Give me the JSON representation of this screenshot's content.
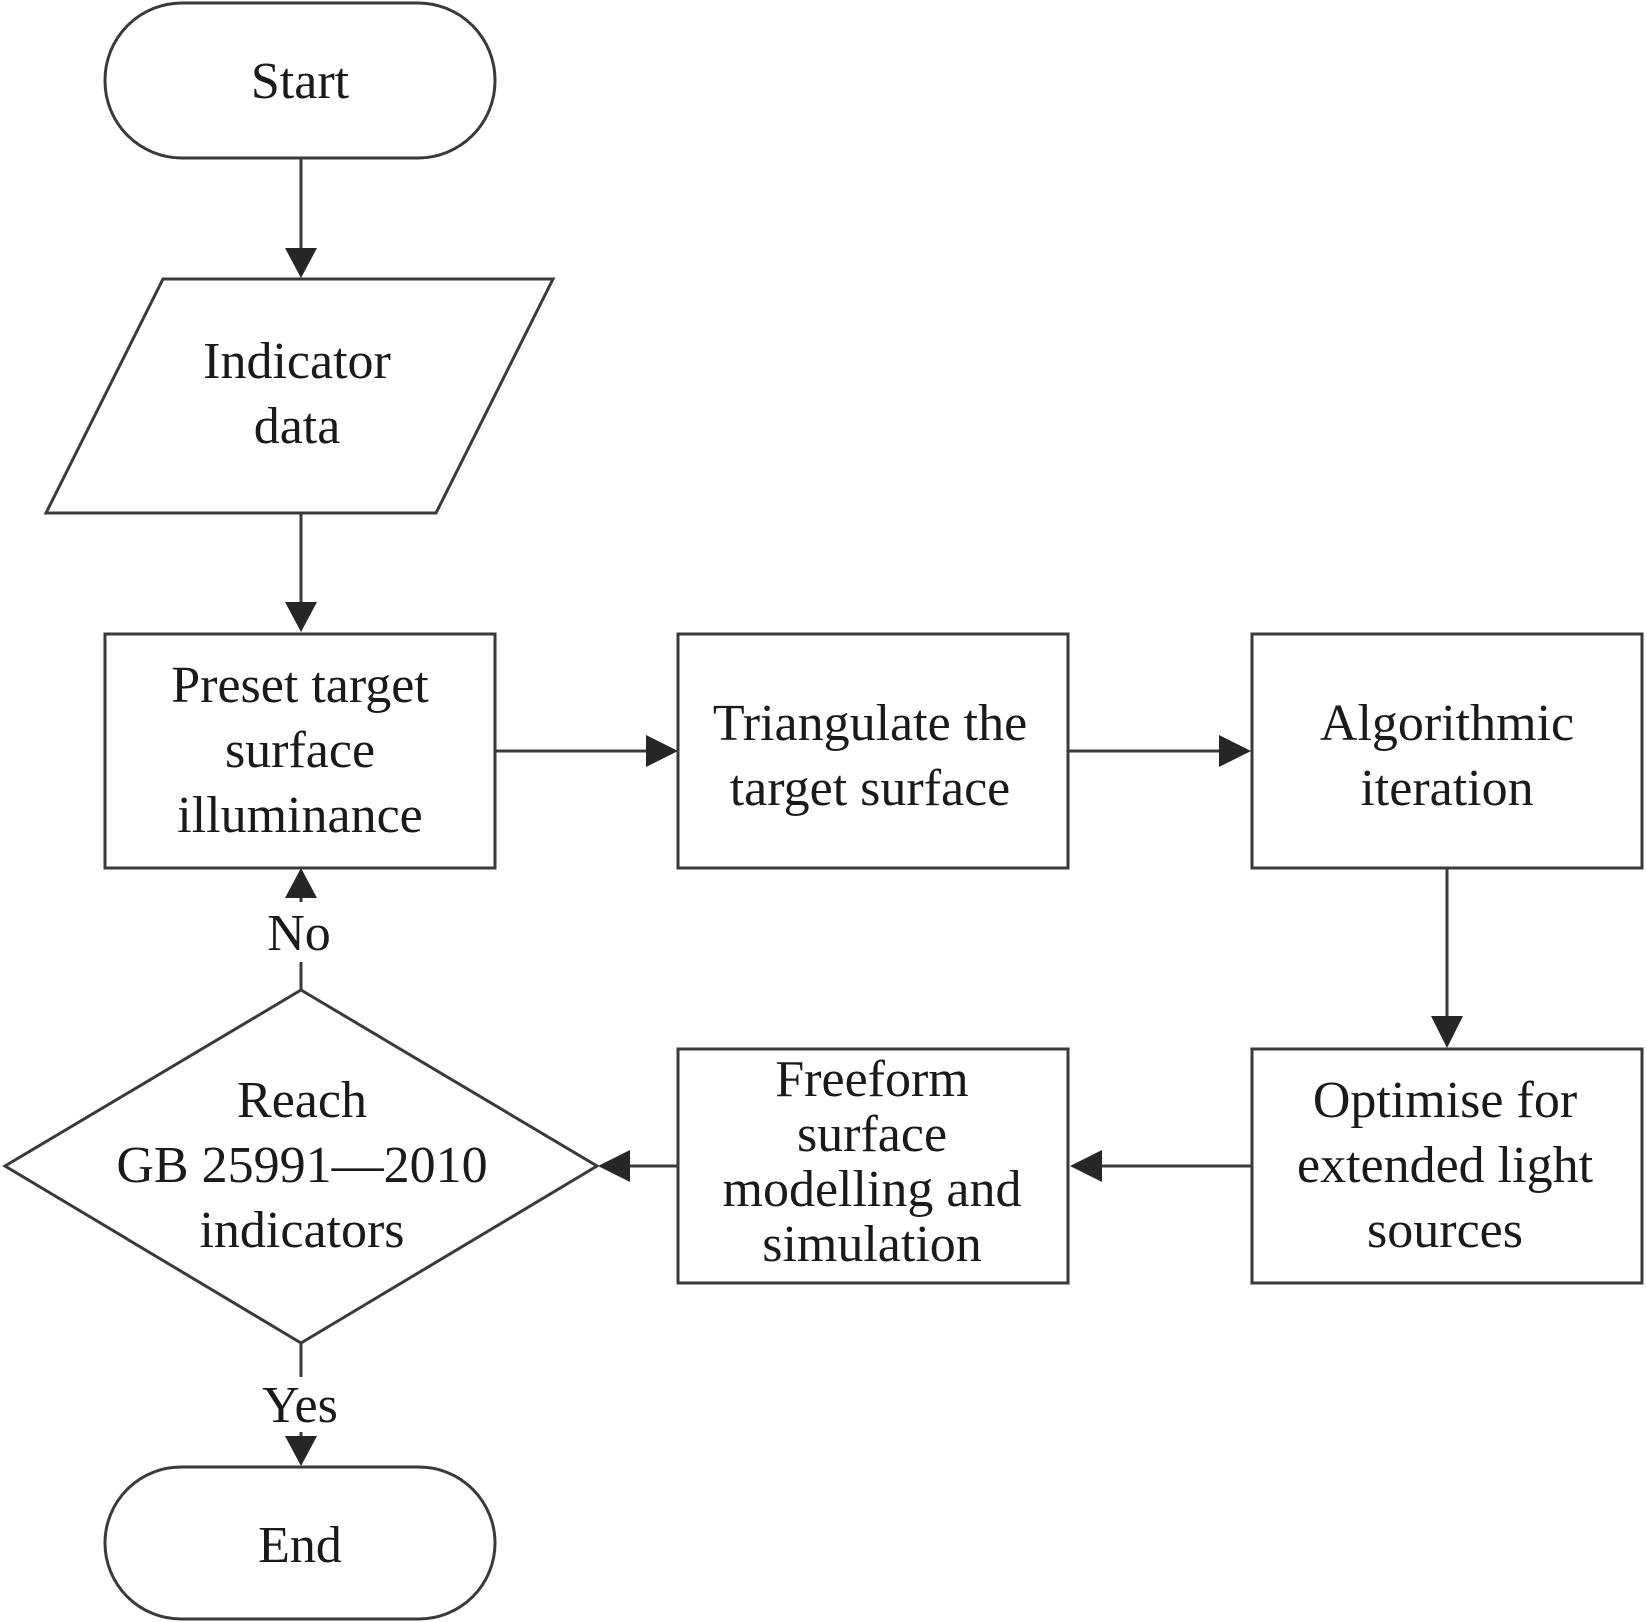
{
  "nodes": {
    "start": {
      "lines": [
        "Start"
      ]
    },
    "indicator_data": {
      "lines": [
        "Indicator",
        "data"
      ]
    },
    "preset": {
      "lines": [
        "Preset target",
        "surface",
        "illuminance"
      ]
    },
    "triangulate": {
      "lines": [
        "Triangulate the",
        "target surface"
      ]
    },
    "algorithmic": {
      "lines": [
        "Algorithmic",
        "iteration"
      ]
    },
    "optimise": {
      "lines": [
        "Optimise for",
        "extended light",
        "sources"
      ]
    },
    "freeform": {
      "lines": [
        "Freeform",
        "surface",
        "modelling and",
        "simulation"
      ]
    },
    "decision": {
      "lines": [
        "Reach",
        "GB 25991—2010",
        "indicators"
      ]
    },
    "end": {
      "lines": [
        "End"
      ]
    }
  },
  "edge_labels": {
    "no": "No",
    "yes": "Yes"
  }
}
